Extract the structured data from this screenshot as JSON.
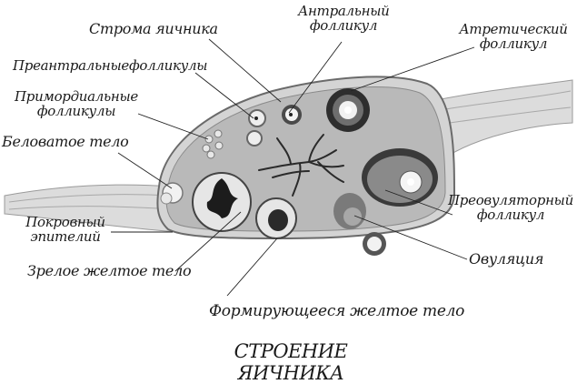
{
  "title": "СТРОЕНИЕ ЯИЧНИКА",
  "labels": {
    "stroma": "Строма яичника",
    "antral_1": "Антральный",
    "antral_2": "фолликул",
    "atretic_1": "Атретический",
    "atretic_2": "фолликул",
    "preantral": "Преантральныефолликулы",
    "primordial_1": "Примордиальные",
    "primordial_2": "фолликулы",
    "corpus_albicans": "Беловатое тело",
    "epithelium_1": "Покровный",
    "epithelium_2": "эпителий",
    "mature_corpus_luteum": "Зрелое желтое тело",
    "forming_corpus_luteum": "Формирующееся желтое тело",
    "preovulatory_1": "Преовуляторный",
    "preovulatory_2": "фолликул",
    "ovulation": "Овуляция"
  },
  "colors": {
    "ink": "#1a1a1a",
    "stroma": "#b8b8b8",
    "capsule": "#d6d6d6",
    "dark": "#3a3a3a"
  }
}
